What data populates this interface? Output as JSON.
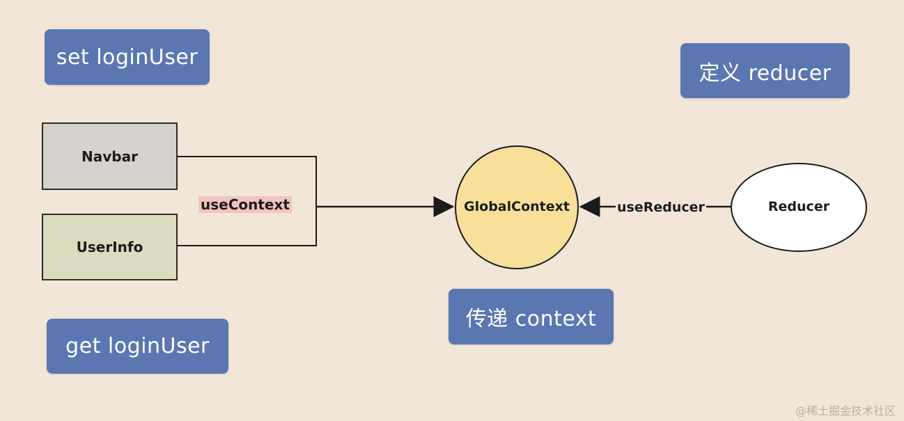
{
  "labels": {
    "set_login_user": "set loginUser",
    "define_reducer": "定义 reducer",
    "get_login_user": "get loginUser",
    "pass_context": "传递 context"
  },
  "nodes": {
    "navbar": "Navbar",
    "userinfo": "UserInfo",
    "global_context": "GlobalContext",
    "reducer": "Reducer"
  },
  "edges": {
    "use_context": "useContext",
    "use_reducer": "useReducer"
  },
  "watermark": "@稀土掘金技术社区",
  "colors": {
    "background": "#f1e6d8",
    "tag": "#5b77b2",
    "navbar_fill": "#d6d3ce",
    "userinfo_fill": "#dbdcbf",
    "global_context_fill": "#f8df9a",
    "use_context_highlight": "#f2c4c0"
  }
}
